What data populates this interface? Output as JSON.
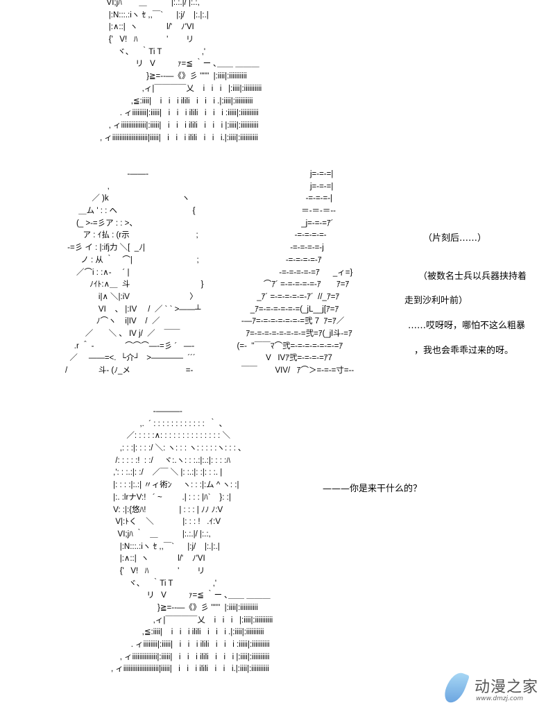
{
  "top_block": {
    "lines": [
      "        VI;jﾊ ｀   ＿           |:.:.|/ |:.:,",
      "         |:N:::.:iヽ ｾ ,,￣`      |:j/    |:.|:.|",
      "         |:∧::|  ヽ             l/'    ﾉ'VI",
      "         {'   V!   ﾊ             '        リ",
      "             ヾ､     ｀Ti T                  ,'",
      "                     リ   V          ｧ=≦ ｀ー ､＿＿ ＿＿＿",
      "                          }≧=-‐―《》彡 ''''''  |:iiii|:iiiiiiiiii",
      "                        ,ィ|￣￣￣￣乂    i   i   i   |:iiii|:iiiiiiiiii",
      "                   ,≦:iiii|    i   i   i ilili   i   i   i .|:iiii|:iiiiiiiiii",
      "              . ィiiiiiiii|:iiiii|   i   i   i ilili   i   i   i :iiiii|:iiiiiiiiii",
      "         , ィiiiiiiiiiiiiii|:iiiii|   i   i   i ilili   i   i   i |:iiii|:iiiiiiiiii",
      "     , ィiiiiiiiiiiiiiiiiiiii|iiiii|   i   i   i ilili   i   i   i.|:iiii|:iiiiiiiiii"
    ]
  },
  "middle_block": {
    "figure_lines": [
      "                                 ‐――‐",
      "                        ,",
      "                 ／ )k                                 ヽ",
      "           ＿ム ' : : ヘ                                  {",
      "          (_ >‐=彡ア : : >、",
      "             ア : ｲ払 : (r示                              ;",
      "      ‐=彡 イ : |:ifj力 ＼[  _ﾉ|",
      "            ノ : 从 ｀    ⌒|                             ;",
      "          ／⌒i : :∧‐     ´ |",
      "                ﾉｲﾄ:∧＿  斗                                }",
      "                    i|∧ ＼|:iV                           〉",
      "                    VI    、 |:IV     /  ／ ` ` >――┴",
      "                   ﾉ⌒ヽ    i|IV    /  ／",
      "              ／       ＼ 、 IV j/  ／    ￣￣",
      "         .r ＾ ‐              ⌒⌒⌒―‐=彡 ´   ―‐",
      "       ／     ――=<.  └介┘   >――――  ´´´",
      "     /              斗‐ (ﾉ_メ                         =‐"
    ],
    "stairs_lines": [
      "                                              j=‐=‐=|",
      "                                              j=‐=‐=|",
      "                                            ‐=‐=‐=‐|",
      "                                          ＝‐＝‐＝‐‐",
      "                                          _j=‐=‐=ｱ´",
      "                                       ‐=‐=‐=‐=‐",
      "                                     ‐=‐=‐=‐=‐j",
      "                                   ‐=‐=‐=‐=‐ｱ",
      "                                ‐=‐=‐=‐=‐=ｱ      _ィ=}",
      "                         ⌒ｱ´ =‐=‐=‐=‐=‐ｱ       ｱ=ｱ",
      "                      _ｱ´ =‐=‐=‐=‐=‐ｱ´  //_ｱ=ｱ",
      "                   _ｱ=‐=‐=‐=‐=‐=(_jL__j[ｱ=ｱ",
      "               ‐―ｱ=‐=‐=‐=‐=‐=‐=弐 7  ｱ=ｱ／",
      "                 ｱ=‐=‐=‐=‐=‐=‐=‐=弐=ｱ(_jl斗‐=ｱ",
      "             (=‐  ''￣￣ﾏ⌒弐=‐=‐=‐=‐=‐=‐=ｱ",
      "                          V   IVｱ弐=‐=‐=‐=ｱ7",
      "               ￣￣        VIV/   ｱ⌒＞=‐=‐=寸=‐‐"
    ],
    "captions": [
      "（片刻后……）",
      "（被数名士兵以兵器挟持着",
      "走到沙利叶前）",
      "……哎呀呀，哪怕不这么粗暴",
      "，我也会乖乖过来的呀。"
    ]
  },
  "bottom_block": {
    "lines": [
      "                             ‐―――‐",
      "                       ,.  ´ : : : : : : : : : : : :  ｀ ､",
      "                 ／: : : : :∧: : : : : : : : : : : : : : ＼",
      "              ,: : :|: : : :/ ＼: ヽ: : : ヽ: : : : :ヽ: : : ､",
      "            /: : : : :!  : :/     ヾ:.ヽ: : :.:|:.:|: : : :ﾊ",
      "           ,': : :.:|: :/    ／￣ ＼ |: :.:|: :|: : :. |",
      "           |: : : :|:.:| 〃ィ術ﾝ     ヽ: : :|:ム ^ ヽ: :|",
      "           |:. :lrナV:!   ´ ~         .| : : : |ﾊ`    }: :|",
      "           V: :|:{悠ﾊ!               | : : : | ﾉﾉ ﾉ:V",
      "            V|:ﾄく    ＼             |: : : !   .ｲ:V",
      "             VI;jﾊ ｀   ＿           |:.:.|/ |:.:,",
      "              |:N:::.:iヽ ｾ ,,￣`      |:j/    |:.|:.|",
      "              |:∧::|  ヽ             l/'    ﾉ'VI",
      "              {'   V!   ﾊ             '        リ",
      "                  ヾ､     ｀Ti T                  ,'",
      "                          リ   V          ｧ=≦ ｀ー ､＿＿ ＿＿＿",
      "                               }≧=-‐―《》彡 ''''''  |:iiii|:iiiiiiiiii",
      "                             ,ィ|￣￣￣￣乂    i   i   i   |:iiii|:iiiiiiiiii",
      "                        ,≦:iiii|    i   i   i ilili   i   i   i .|:iiii|:iiiiiiiiii",
      "                   . ィiiiiiiii|:iiiii|   i   i   i ilili   i   i   i :iiiii|:iiiiiiiiii",
      "              , ィiiiiiiiiiiiiii|:iiiii|   i   i   i ilili   i   i   i |:iiii|:iiiiiiiiii",
      "          , ィiiiiiiiiiiiiiiiiiiii|iiiii|   i   i   i ilili   i   i   i.|:iiii|:iiiiiiiiii"
    ],
    "caption": "———你是来干什么的？"
  },
  "watermark": {
    "name": "动漫之家",
    "url": "www.dmzj.com",
    "accent": "#4a8fd8"
  }
}
